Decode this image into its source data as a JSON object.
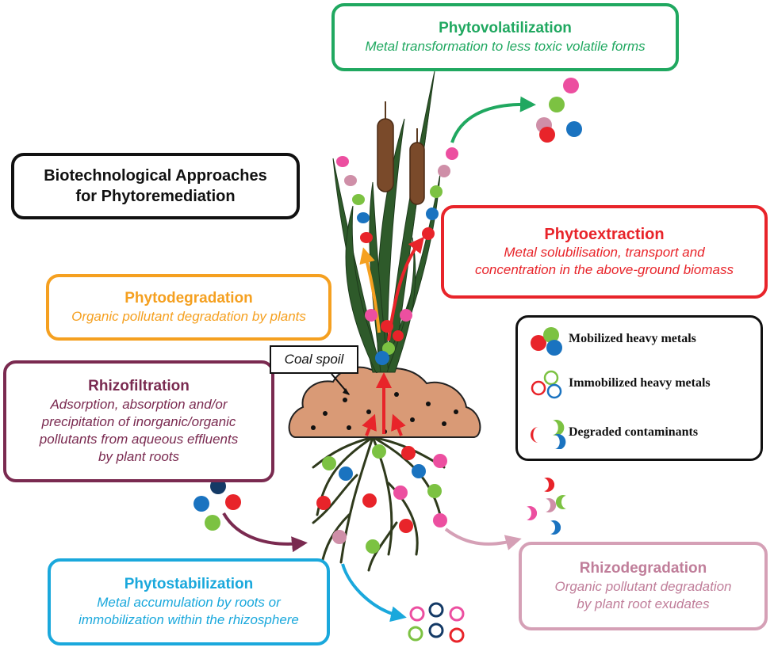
{
  "title": {
    "line1": "Biotechnological Approaches",
    "line2": "for Phytoremediation"
  },
  "approaches": {
    "phytovolatilization": {
      "name": "Phytovolatilization",
      "description": "Metal transformation to less toxic volatile forms",
      "color": "#20a860"
    },
    "phytoextraction": {
      "name": "Phytoextraction",
      "description_line1": "Metal solubilisation, transport and",
      "description_line2": "concentration in the above-ground biomass",
      "color": "#e8242a"
    },
    "phytodegradation": {
      "name": "Phytodegradation",
      "description": "Organic pollutant degradation by plants",
      "color": "#f5a020"
    },
    "rhizofiltration": {
      "name": "Rhizofiltration",
      "description_lines": [
        "Adsorption, absorption and/or",
        "precipitation of inorganic/organic",
        "pollutants from aqueous effluents",
        "by plant roots"
      ],
      "color": "#7a2a50"
    },
    "phytostabilization": {
      "name": "Phytostabilization",
      "description_line1": "Metal accumulation by roots or",
      "description_line2": "immobilization within the rhizosphere",
      "color": "#1aa8dc"
    },
    "rhizodegradation": {
      "name": "Rhizodegradation",
      "description_line1": "Organic pollutant degradation",
      "description_line2": "by plant root exudates",
      "color": "#d5a0b6"
    }
  },
  "coal_spoil_label": "Coal spoil",
  "legend": {
    "mobilized": "Mobilized heavy metals",
    "immobilized": "Immobilized heavy metals",
    "degraded": "Degraded contaminants"
  },
  "particle_colors": {
    "red": "#e8242a",
    "green": "#7cc242",
    "blue": "#1a73c0",
    "pink": "#ec4fa0",
    "mauve": "#cf8fa8",
    "navy": "#143a66"
  }
}
